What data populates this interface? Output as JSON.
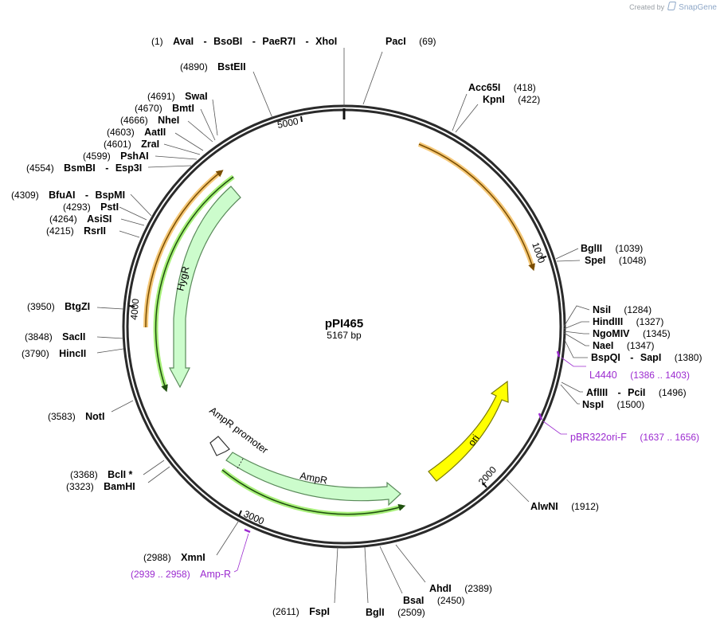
{
  "credit": {
    "prefix": "Created by",
    "brand": "SnapGene"
  },
  "plasmid": {
    "name": "pPI465",
    "length": "5167 bp"
  },
  "ticks": [
    "1000",
    "2000",
    "3000",
    "4000",
    "5000"
  ],
  "features": [
    {
      "label": "HygR"
    },
    {
      "label": "AmpR promoter"
    },
    {
      "label": "AmpR"
    },
    {
      "label": "ori"
    }
  ],
  "sites": [
    {
      "text": "AvaI",
      "pos": "(1)",
      "name2": "BsoBI",
      "name3": "PaeR7I",
      "name4": "XhoI"
    },
    {
      "text": "PacI",
      "pos": "(69)"
    },
    {
      "text": "Acc65I",
      "pos": "(418)"
    },
    {
      "text": "KpnI",
      "pos": "(422)"
    },
    {
      "text": "BglII",
      "pos": "(1039)"
    },
    {
      "text": "SpeI",
      "pos": "(1048)"
    },
    {
      "text": "NsiI",
      "pos": "(1284)"
    },
    {
      "text": "HindIII",
      "pos": "(1327)"
    },
    {
      "text": "NgoMIV",
      "pos": "(1345)"
    },
    {
      "text": "NaeI",
      "pos": "(1347)"
    },
    {
      "text": "BspQI",
      "pos": "(1380)",
      "name2": "SapI"
    },
    {
      "text": "AflIII",
      "pos": "(1496)",
      "name2": "PciI"
    },
    {
      "text": "NspI",
      "pos": "(1500)"
    },
    {
      "text": "AlwNI",
      "pos": "(1912)"
    },
    {
      "text": "AhdI",
      "pos": "(2389)"
    },
    {
      "text": "BsaI",
      "pos": "(2450)"
    },
    {
      "text": "BglI",
      "pos": "(2509)"
    },
    {
      "text": "FspI",
      "pos": "(2611)"
    },
    {
      "text": "XmnI",
      "pos": "(2988)"
    },
    {
      "text": "BamHI",
      "pos": "(3323)"
    },
    {
      "text": "BclI *",
      "pos": "(3368)"
    },
    {
      "text": "NotI",
      "pos": "(3583)"
    },
    {
      "text": "HincII",
      "pos": "(3790)"
    },
    {
      "text": "SacII",
      "pos": "(3848)"
    },
    {
      "text": "BtgZI",
      "pos": "(3950)"
    },
    {
      "text": "RsrII",
      "pos": "(4215)"
    },
    {
      "text": "AsiSI",
      "pos": "(4264)"
    },
    {
      "text": "PstI",
      "pos": "(4293)"
    },
    {
      "text": "BfuAI",
      "pos": "(4309)",
      "name2": "BspMI"
    },
    {
      "text": "BsmBI",
      "pos": "(4554)",
      "name2": "Esp3I"
    },
    {
      "text": "PshAI",
      "pos": "(4599)"
    },
    {
      "text": "ZraI",
      "pos": "(4601)"
    },
    {
      "text": "AatII",
      "pos": "(4603)"
    },
    {
      "text": "NheI",
      "pos": "(4666)"
    },
    {
      "text": "BmtI",
      "pos": "(4670)"
    },
    {
      "text": "SwaI",
      "pos": "(4691)"
    },
    {
      "text": "BstEII",
      "pos": "(4890)"
    }
  ],
  "primers": [
    {
      "name": "L4440",
      "range": "(1386 .. 1403)"
    },
    {
      "name": "pBR322ori-F",
      "range": "(1637 .. 1656)"
    },
    {
      "name": "Amp-R",
      "range": "(2939 .. 2958)"
    }
  ]
}
